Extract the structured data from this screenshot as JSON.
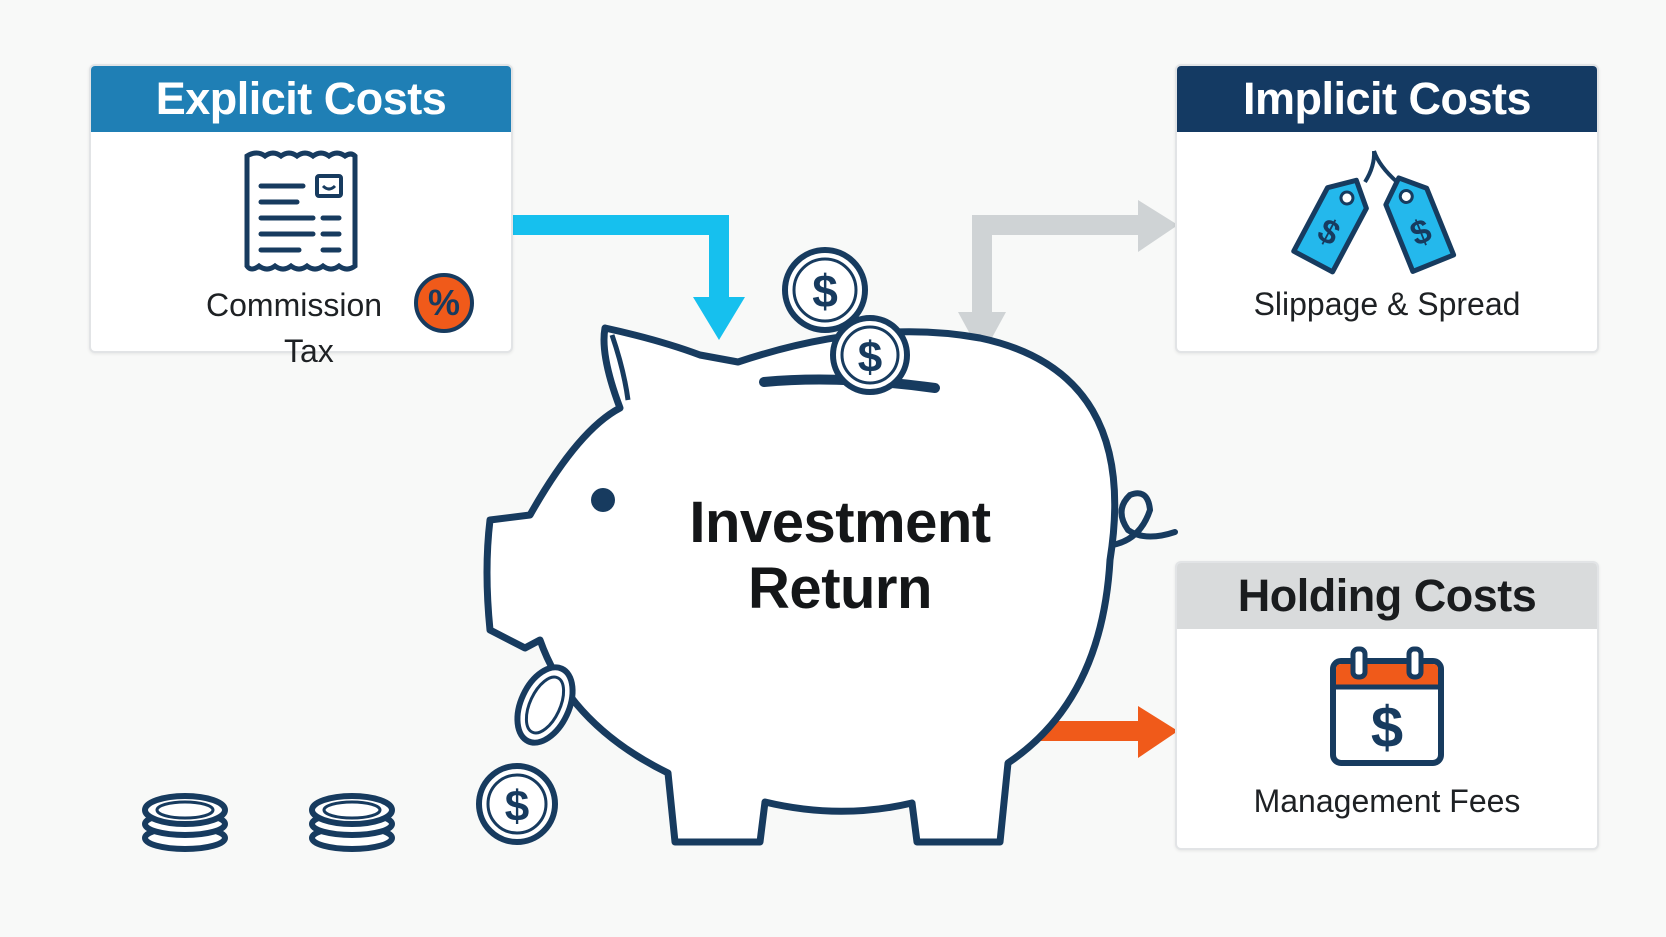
{
  "colors": {
    "navy": "#173b5f",
    "cyan": "#16c0ee",
    "orange": "#f05a1a",
    "gray_arrow": "#cfd3d5",
    "explicit_header": "#1f7fb5",
    "implicit_header": "#143a63",
    "holding_header": "#d9dbdc",
    "tag_fill": "#24b8ec"
  },
  "center": {
    "line1": "Investment",
    "line2": "Return"
  },
  "explicit": {
    "title": "Explicit Costs",
    "commission_label": "Commission",
    "tax_label": "Tax",
    "icons": [
      "receipt-icon",
      "percent-icon"
    ]
  },
  "implicit": {
    "title": "Implicit Costs",
    "label": "Slippage & Spread",
    "icons": [
      "price-tag-icon"
    ]
  },
  "holding": {
    "title": "Holding Costs",
    "label": "Management Fees",
    "icons": [
      "calendar-dollar-icon"
    ]
  },
  "symbols": {
    "dollar": "$",
    "percent": "%"
  }
}
